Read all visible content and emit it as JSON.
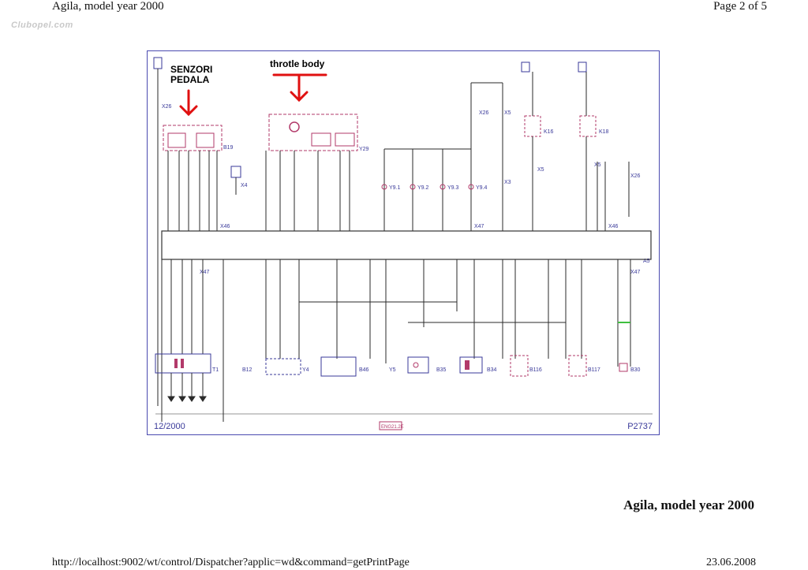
{
  "header": {
    "title": "Agila, model year 2000",
    "page": "Page 2 of 5"
  },
  "watermark": "Clubopel.com",
  "annotations": {
    "senzori": "SENZORI PEDALA",
    "throttle": "throtle body"
  },
  "diagram": {
    "date_code": "12/2000",
    "diagram_number": "P2737",
    "components": [
      "B19",
      "Y29",
      "X26",
      "X5",
      "K16",
      "K18",
      "X46",
      "X47",
      "A5",
      "X4",
      "X3",
      "Y9.1",
      "Y9.2",
      "Y9.3",
      "Y9.4",
      "T1",
      "B12",
      "Y4",
      "B46",
      "Y5",
      "B35",
      "B34",
      "B116",
      "B117",
      "B30"
    ],
    "stamp": "ENG21.2E"
  },
  "footer": {
    "title": "Agila, model year 2000",
    "url": "http://localhost:9002/wt/control/Dispatcher?applic=wd&command=getPrintPage",
    "date": "23.06.2008"
  },
  "colors": {
    "frame": "#4a4ab0",
    "wire": "#2a2a2a",
    "component": "#b23a6a",
    "arrow": "#e01010"
  }
}
